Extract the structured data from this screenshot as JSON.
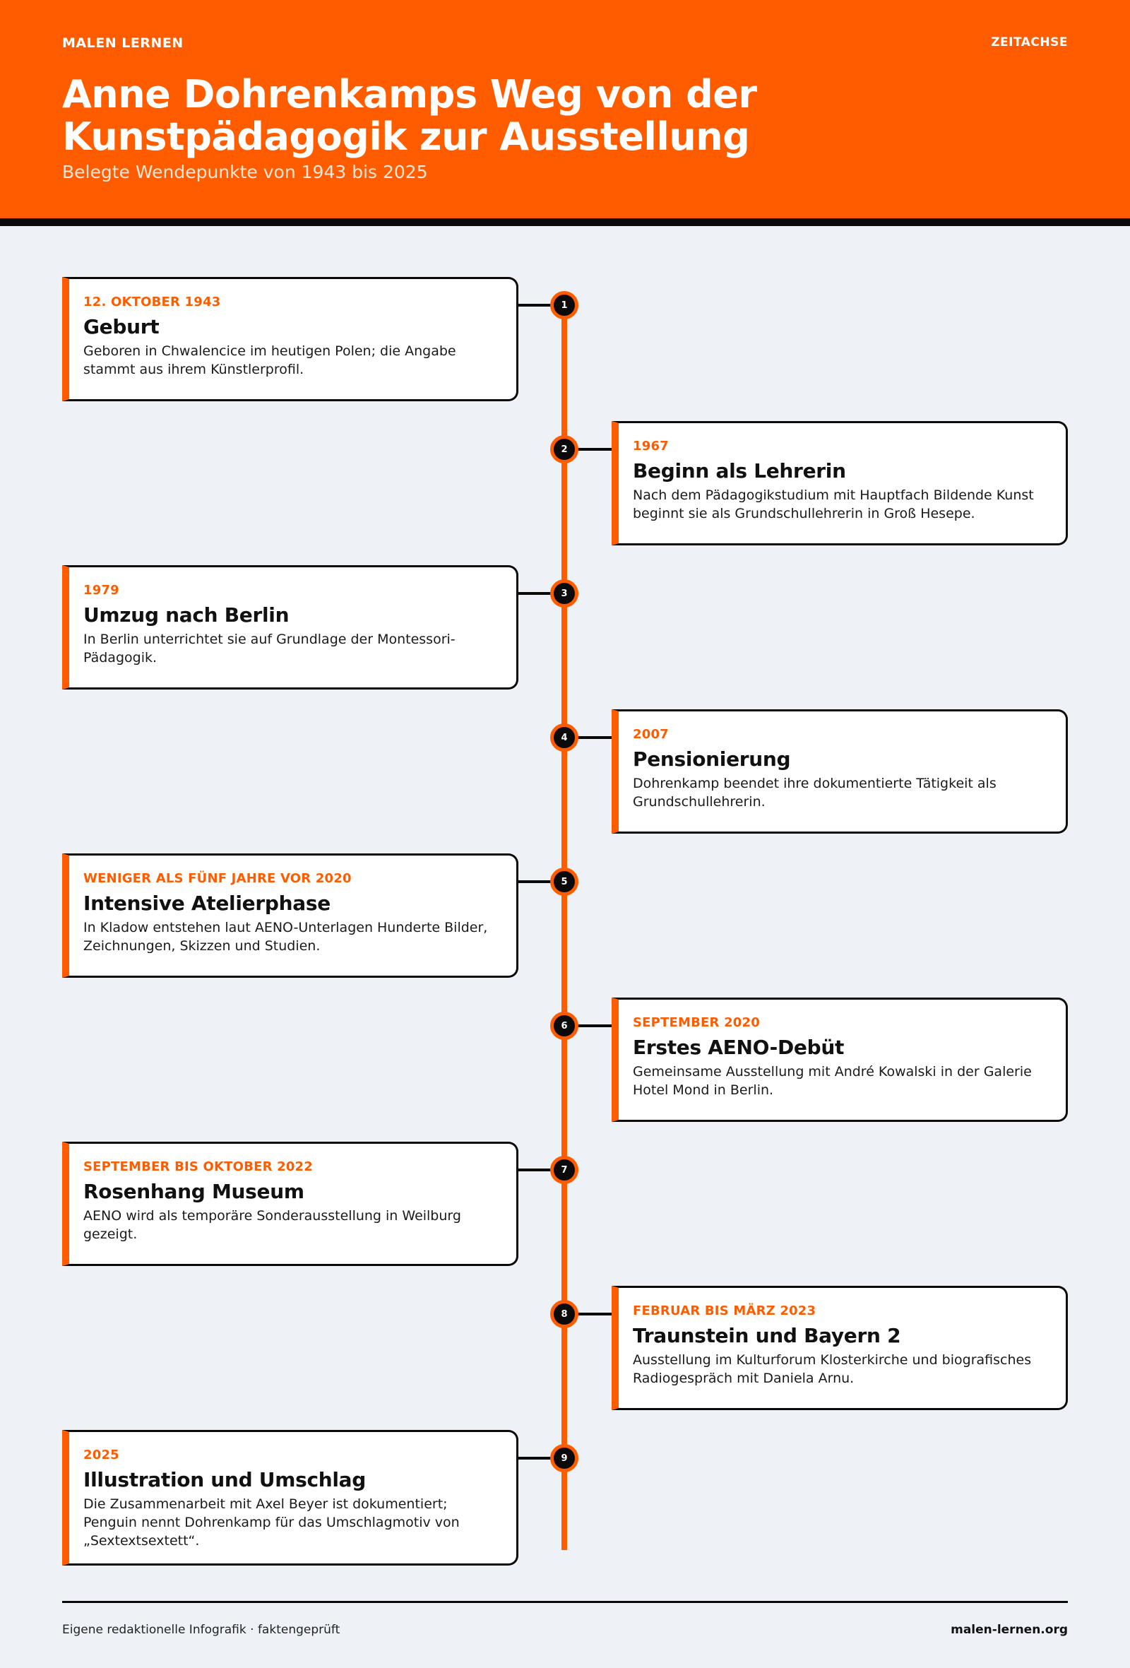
{
  "header": {
    "brand": "MALEN LERNEN",
    "section": "ZEITACHSE",
    "title": "Anne Dohrenkamps Weg von der Kunstpädagogik zur Ausstellung",
    "subtitle": "Belegte Wendepunkte von 1943 bis 2025"
  },
  "colors": {
    "accent": "#ff5c00",
    "dark": "#0a0a0a",
    "background": "#eef2f6"
  },
  "events": [
    {
      "number": "1",
      "side": "left",
      "date": "12. Oktober 1943",
      "title": "Geburt",
      "text": "Geboren in Chwalencice im heutigen Polen; die Angabe stammt aus ihrem Künstlerprofil."
    },
    {
      "number": "2",
      "side": "right",
      "date": "1967",
      "title": "Beginn als Lehrerin",
      "text": "Nach dem Pädagogikstudium mit Hauptfach Bildende Kunst beginnt sie als Grundschullehrerin in Groß Hesepe."
    },
    {
      "number": "3",
      "side": "left",
      "date": "1979",
      "title": "Umzug nach Berlin",
      "text": "In Berlin unterrichtet sie auf Grundlage der Montessori-Pädagogik."
    },
    {
      "number": "4",
      "side": "right",
      "date": "2007",
      "title": "Pensionierung",
      "text": "Dohrenkamp beendet ihre dokumentierte Tätigkeit als Grundschullehrerin."
    },
    {
      "number": "5",
      "side": "left",
      "date": "Weniger als fünf Jahre vor 2020",
      "title": "Intensive Atelierphase",
      "text": "In Kladow entstehen laut AENO-Unterlagen Hunderte Bilder, Zeichnungen, Skizzen und Studien."
    },
    {
      "number": "6",
      "side": "right",
      "date": "September 2020",
      "title": "Erstes AENO-Debüt",
      "text": "Gemeinsame Ausstellung mit André Kowalski in der Galerie Hotel Mond in Berlin."
    },
    {
      "number": "7",
      "side": "left",
      "date": "September bis Oktober 2022",
      "title": "Rosenhang Museum",
      "text": "AENO wird als temporäre Sonderausstellung in Weilburg gezeigt."
    },
    {
      "number": "8",
      "side": "right",
      "date": "Februar bis März 2023",
      "title": "Traunstein und Bayern 2",
      "text": "Ausstellung im Kulturforum Klosterkirche und biografisches Radiogespräch mit Daniela Arnu."
    },
    {
      "number": "9",
      "side": "left",
      "date": "2025",
      "title": "Illustration und Umschlag",
      "text": "Die Zusammenarbeit mit Axel Beyer ist dokumentiert; Penguin nennt Dohrenkamp für das Umschlagmotiv von „Sextextsextett“."
    }
  ],
  "footer": {
    "left": "Eigene redaktionelle Infografik · faktengeprüft",
    "right": "malen-lernen.org"
  }
}
